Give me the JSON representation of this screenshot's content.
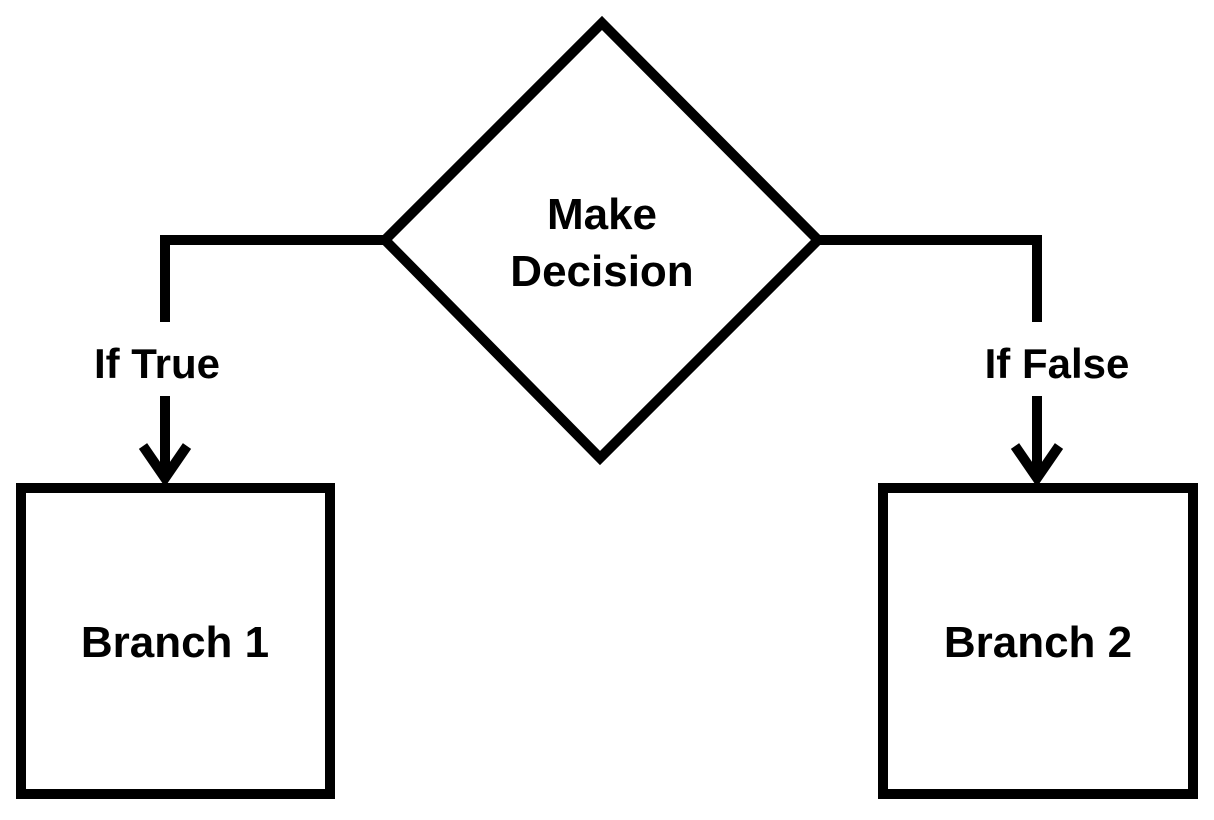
{
  "decision": {
    "label_line1": "Make",
    "label_line2": "Decision"
  },
  "edges": {
    "true_label": "If True",
    "false_label": "If False"
  },
  "branches": {
    "left_label": "Branch 1",
    "right_label": "Branch 2"
  },
  "colors": {
    "stroke": "#000000",
    "background": "#ffffff"
  }
}
